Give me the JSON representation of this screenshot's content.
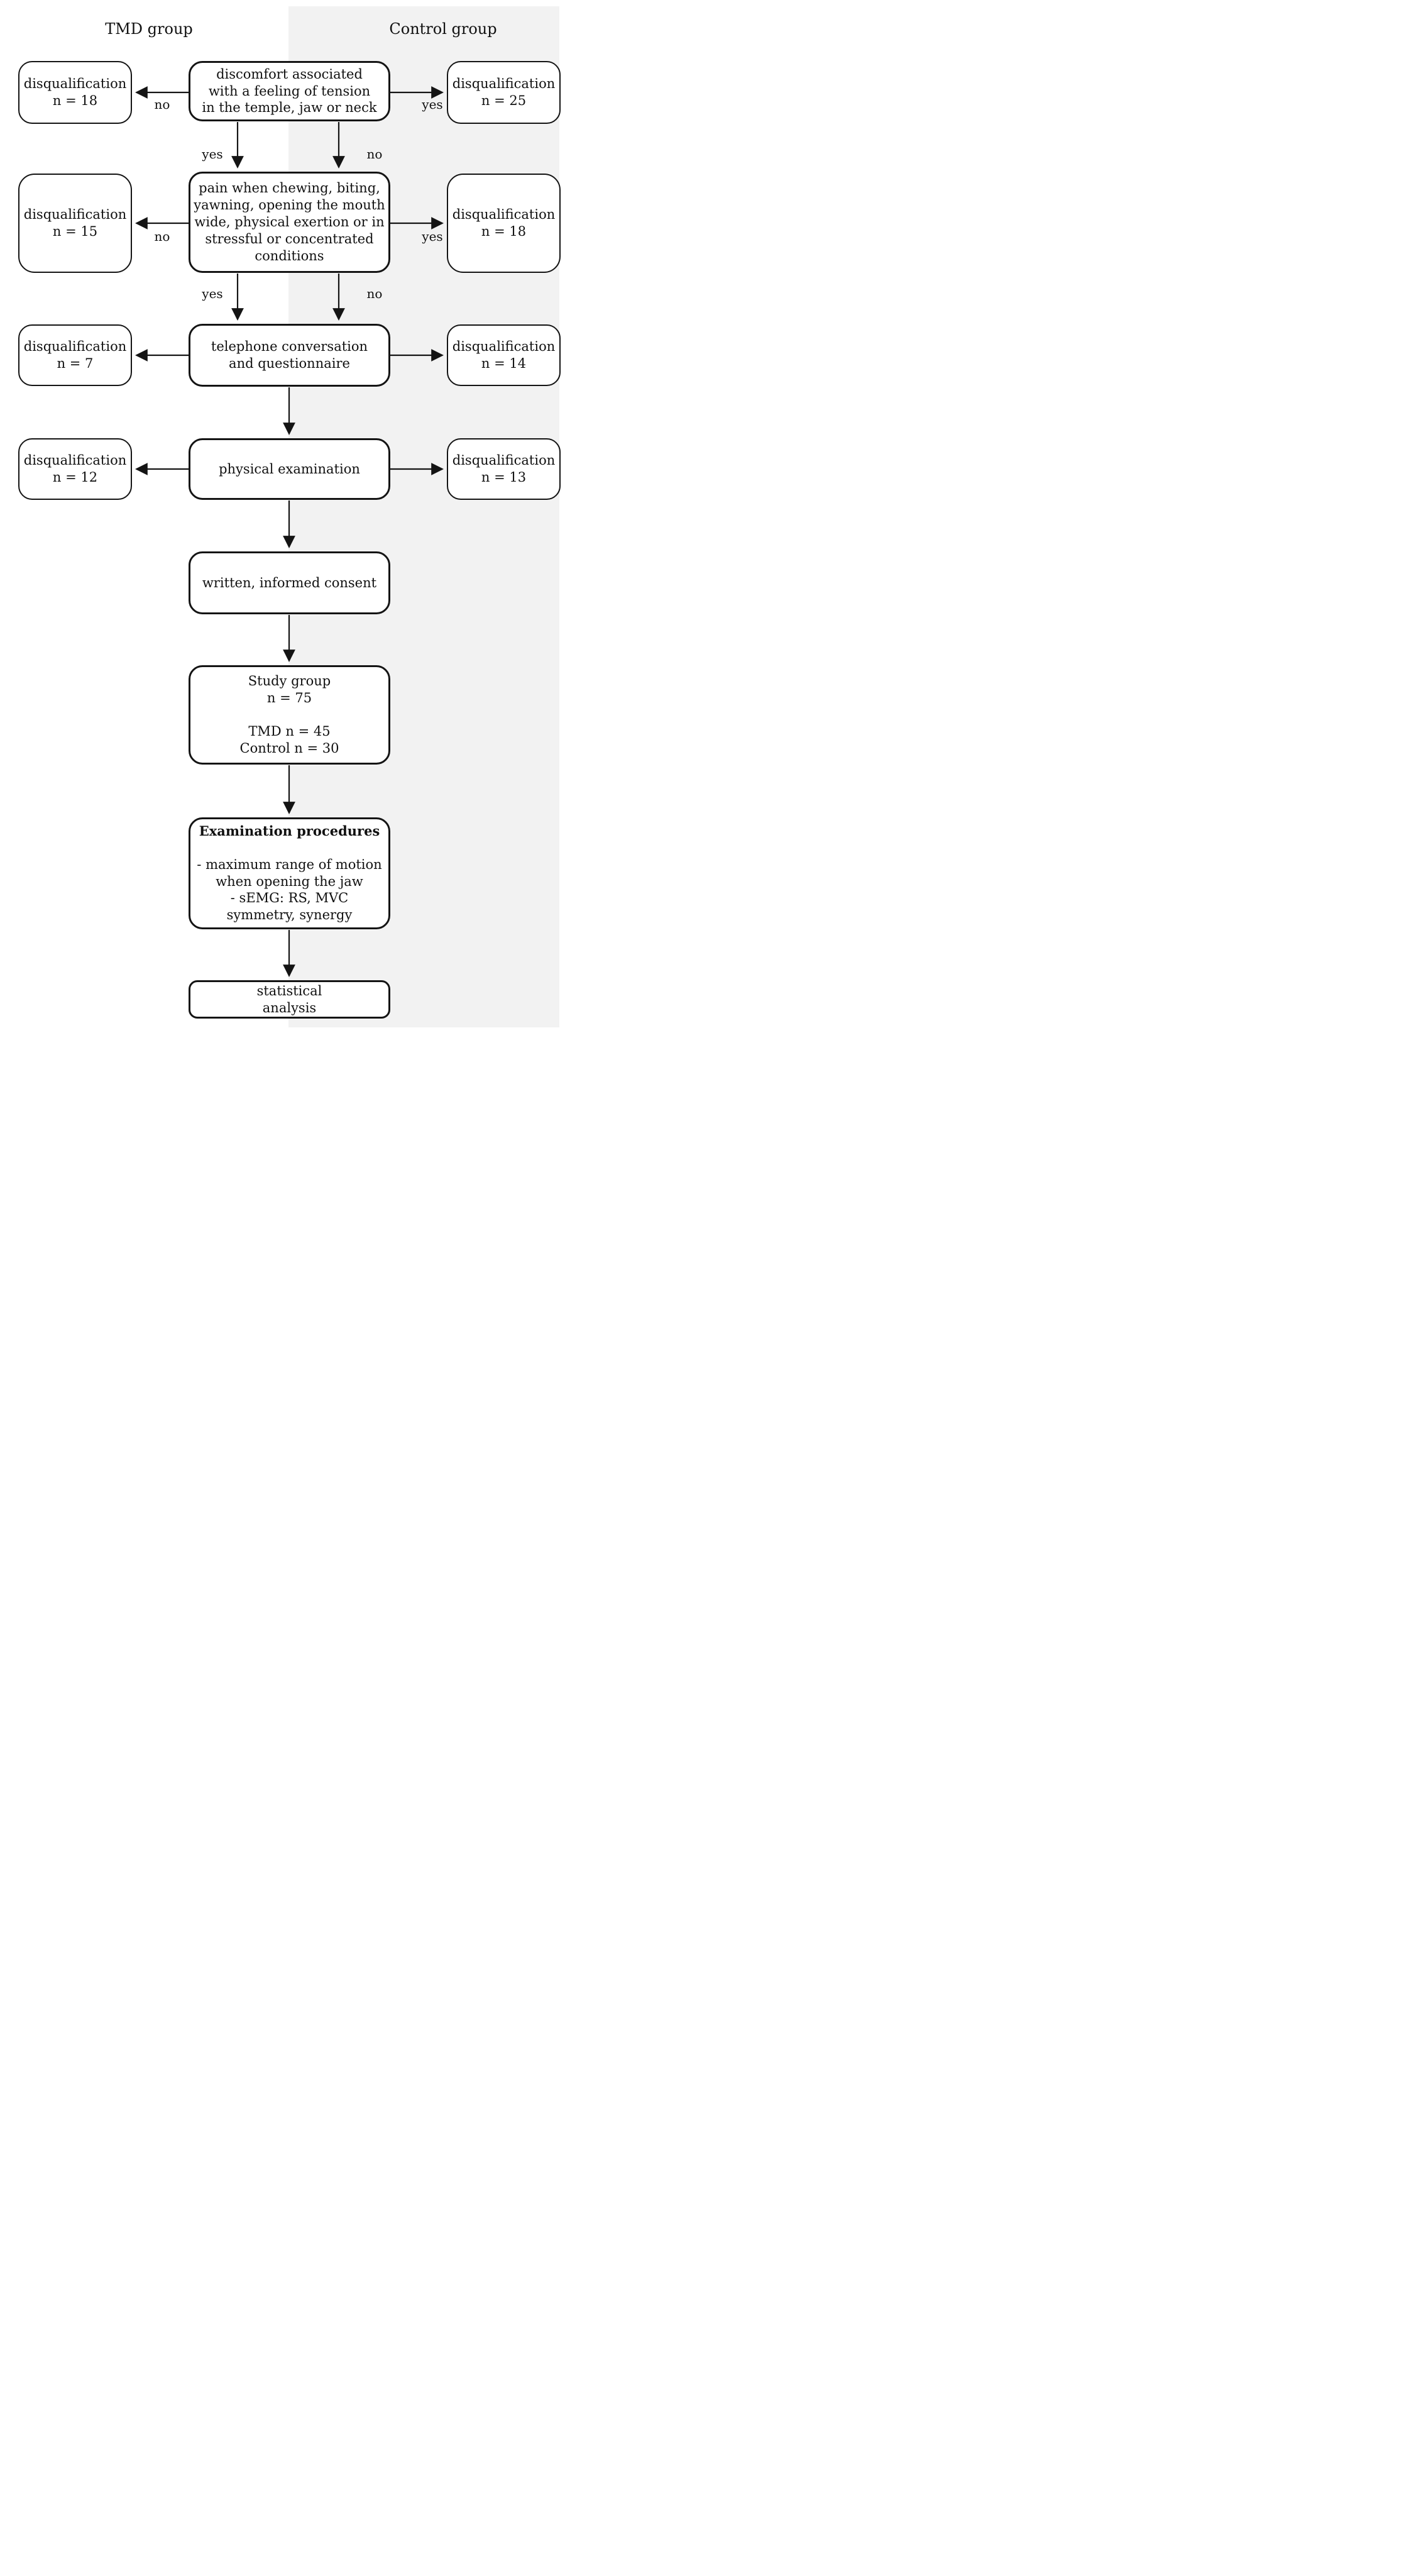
{
  "header": {
    "left_group": "TMD group",
    "right_group": "Control group"
  },
  "steps": {
    "discomfort": "discomfort associated\nwith a feeling of tension\nin the temple, jaw or neck",
    "pain": "pain when chewing, biting,\nyawning, opening the mouth\nwide, physical exertion or in\nstressful or concentrated\nconditions",
    "telephone": "telephone conversation\nand questionnaire",
    "physical": "physical examination",
    "consent": "written, informed consent",
    "study_group": "Study group\nn = 75\n\nTMD n = 45\nControl n = 30",
    "exam_title": "Examination procedures",
    "exam_body": "- maximum range of motion\nwhen opening the jaw\n- sEMG: RS, MVC\nsymmetry, synergy",
    "stats": "statistical\nanalysis"
  },
  "disqualifications": {
    "left": [
      {
        "label": "disqualification",
        "n": "n = 18"
      },
      {
        "label": "disqualification",
        "n": "n = 15"
      },
      {
        "label": "disqualification",
        "n": "n = 7"
      },
      {
        "label": "disqualification",
        "n": "n = 12"
      }
    ],
    "right": [
      {
        "label": "disqualification",
        "n": "n = 25"
      },
      {
        "label": "disqualification",
        "n": "n = 18"
      },
      {
        "label": "disqualification",
        "n": "n = 14"
      },
      {
        "label": "disqualification",
        "n": "n = 13"
      }
    ]
  },
  "edge_labels": {
    "row1_left": "no",
    "row1_right": "yes",
    "row1_down_left": "yes",
    "row1_down_right": "no",
    "row2_left": "no",
    "row2_right": "yes",
    "row2_down_left": "yes",
    "row2_down_right": "no"
  },
  "colors": {
    "control_band": "#f2f2f2",
    "box_border": "#141414",
    "box_fill": "#ffffff"
  }
}
